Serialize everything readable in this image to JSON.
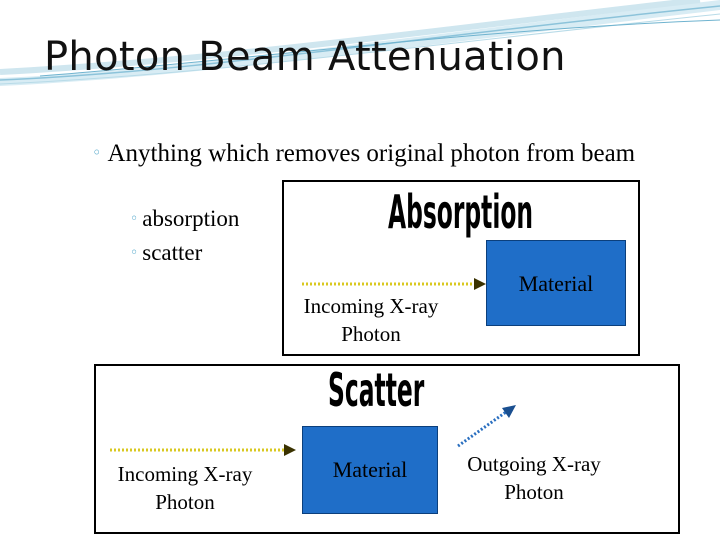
{
  "slide": {
    "title": "Photon Beam Attenuation",
    "bullet_main": "Anything which removes original photon from beam",
    "sub_bullets": [
      "absorption",
      "scatter"
    ]
  },
  "absorption_panel": {
    "heading": "Absorption",
    "incoming_label": "Incoming X-ray Photon",
    "material_label": "Material"
  },
  "scatter_panel": {
    "heading": "Scatter",
    "incoming_label": "Incoming X-ray Photon",
    "material_label": "Material",
    "outgoing_label": "Outgoing X-ray Photon"
  },
  "colors": {
    "accent": "#4aa3c8",
    "material_fill": "#1f6ec8",
    "incoming_arrow": "#d9c820",
    "outgoing_arrow": "#2a6fc0"
  }
}
